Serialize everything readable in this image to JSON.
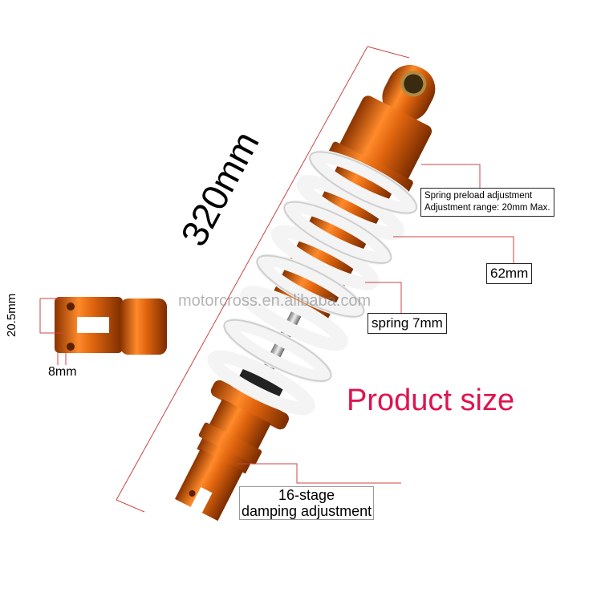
{
  "title": "Product size",
  "watermark": "motorcross.en.alibaba.com",
  "dimensions": {
    "length": "320mm",
    "spring_preload_line1": "Spring preload adjustment",
    "spring_preload_line2": "Adjustment range: 20mm Max.",
    "diameter": "62mm",
    "spring": "spring 7mm",
    "damping_line1": "16-stage",
    "damping_line2": "damping adjustment",
    "eye_height": "20.5mm",
    "eye_width": "8mm"
  },
  "colors": {
    "title": "#e0134f",
    "body": "#e2660f",
    "spring": "#f4f4f4"
  }
}
